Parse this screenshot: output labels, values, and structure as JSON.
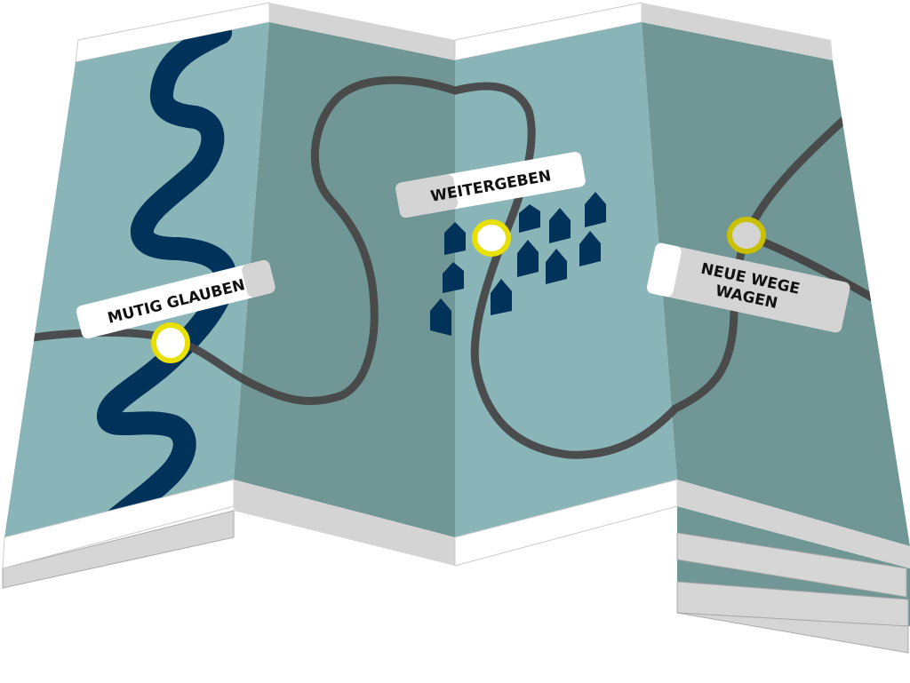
{
  "map": {
    "stops": [
      {
        "label": "MUTIG GLAUBEN"
      },
      {
        "label": "WEITERGEBEN"
      },
      {
        "label_line1": "NEUE WEGE",
        "label_line2": "WAGEN"
      }
    ]
  },
  "colors": {
    "panel_light": "#8ab5b8",
    "panel_dark": "#719696",
    "river": "#00325a",
    "road": "#474747",
    "stop_ring": "#e8e000",
    "houses": "#00325a"
  }
}
